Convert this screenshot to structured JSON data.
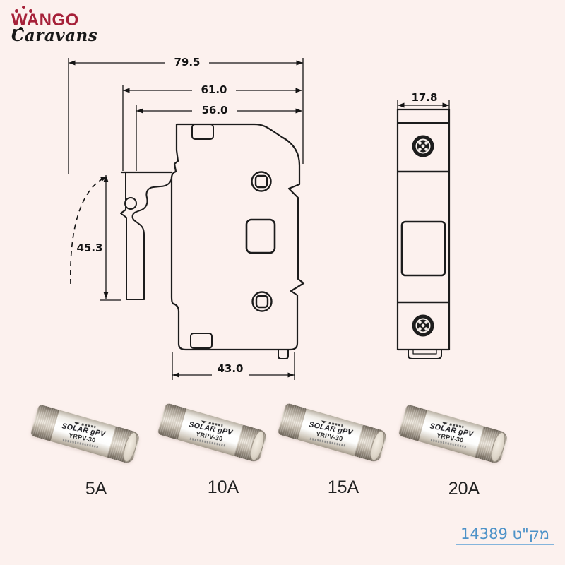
{
  "logo": {
    "line1": "WANGO",
    "line2": "Caravans",
    "color_primary": "#a62139",
    "color_secondary": "#191919"
  },
  "diagram": {
    "line_color": "#1c1c1c",
    "side_view": {
      "dim_total_width": "79.5",
      "dim_width_61": "61.0",
      "dim_width_56": "56.0",
      "dim_height": "45.3",
      "dim_bottom_width": "43.0"
    },
    "front_view": {
      "dim_width": "17.8"
    }
  },
  "fuses": {
    "label_line1": "SOLAR gPV",
    "label_line2": "YRPV-30",
    "variants": [
      {
        "amp": "5A"
      },
      {
        "amp": "10A"
      },
      {
        "amp": "15A"
      },
      {
        "amp": "20A"
      }
    ]
  },
  "footer": {
    "sku_text": "מק\"ט 14389",
    "link_color": "#4d92c8"
  }
}
